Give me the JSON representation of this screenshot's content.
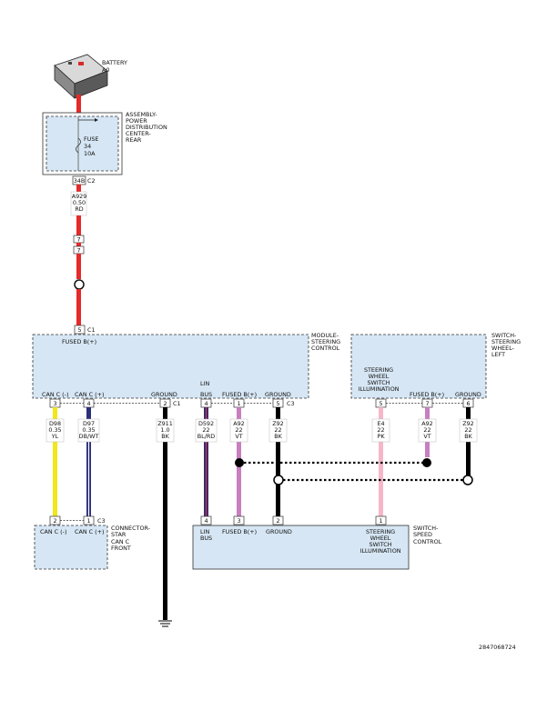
{
  "battery": {
    "name": "BATTERY",
    "id": "A0"
  },
  "pdc": {
    "lines": [
      "ASSEMBLY-",
      "POWER",
      "DISTRIBUTION",
      "CENTER-",
      "REAR"
    ],
    "fuse": {
      "label": "FUSE",
      "num": "34",
      "rating": "10A"
    },
    "connector": {
      "pin": "34B",
      "id": "C2"
    }
  },
  "wire_main": {
    "circuit": "A929",
    "gauge": "0.50",
    "color": "RD"
  },
  "inline_connector": {
    "pin_top": "7",
    "pin_bottom": "7"
  },
  "module_steering": {
    "lines": [
      "MODULE-",
      "STEERING",
      "CONTROL"
    ],
    "top_pin": "5",
    "top_conn": "C1",
    "top_label": "FUSED B(+)",
    "pins": [
      {
        "label": "CAN C (-)",
        "pin": "3"
      },
      {
        "label": "CAN C (+)",
        "pin": "4"
      },
      {
        "label": "GROUND",
        "pin": "2",
        "conn": "C1"
      },
      {
        "label_top": "LIN",
        "label": "BUS",
        "pin": "4"
      },
      {
        "label": "FUSED B(+)",
        "pin": "1"
      },
      {
        "label": "GROUND",
        "pin": "5",
        "conn": "C3"
      }
    ]
  },
  "switch_steering": {
    "lines": [
      "SWITCH-",
      "STEERING",
      "WHEEL-",
      "LEFT"
    ],
    "pins": [
      {
        "label_lines": [
          "STEERING",
          "WHEEL",
          "SWITCH",
          "ILLUMINATION"
        ],
        "pin": "5"
      },
      {
        "label": "FUSED B(+)",
        "pin": "7"
      },
      {
        "label": "GROUND",
        "pin": "6"
      }
    ]
  },
  "wires": [
    {
      "circuit": "D98",
      "gauge": "0.35",
      "color": "YL"
    },
    {
      "circuit": "D97",
      "gauge": "0.35",
      "color": "DB/WT"
    },
    {
      "circuit": "Z911",
      "gauge": "1.0",
      "color": "BK"
    },
    {
      "circuit": "D592",
      "gauge": "22",
      "color": "BL/RD"
    },
    {
      "circuit": "A92",
      "gauge": "22",
      "color": "VT"
    },
    {
      "circuit": "Z92",
      "gauge": "22",
      "color": "BK"
    },
    {
      "circuit": "E4",
      "gauge": "22",
      "color": "PK"
    },
    {
      "circuit": "A92",
      "gauge": "22",
      "color": "VT"
    },
    {
      "circuit": "Z92",
      "gauge": "22",
      "color": "BK"
    }
  ],
  "connector_star": {
    "lines": [
      "CONNECTOR-",
      "STAR",
      "CAN C",
      "FRONT"
    ],
    "pins": [
      {
        "label": "CAN C (-)",
        "pin": "2"
      },
      {
        "label": "CAN C (+)",
        "pin": "1",
        "conn": "C3"
      }
    ]
  },
  "switch_speed": {
    "lines": [
      "SWITCH-",
      "SPEED",
      "CONTROL"
    ],
    "pins": [
      {
        "label_top": "LIN",
        "label": "BUS",
        "pin": "4"
      },
      {
        "label": "FUSED B(+)",
        "pin": "3"
      },
      {
        "label": "GROUND",
        "pin": "2"
      },
      {
        "label_lines": [
          "STEERING",
          "WHEEL",
          "SWITCH",
          "ILLUMINATION"
        ],
        "pin": "1"
      }
    ]
  },
  "doc_number": "2847068724",
  "colors": {
    "red": "#e52a2a",
    "yellow": "#f2e61c",
    "navy": "#2b2f7a",
    "black": "#000000",
    "violet": "#c77fc0",
    "pink": "#f5b7c7",
    "box": "#d6e6f4"
  }
}
